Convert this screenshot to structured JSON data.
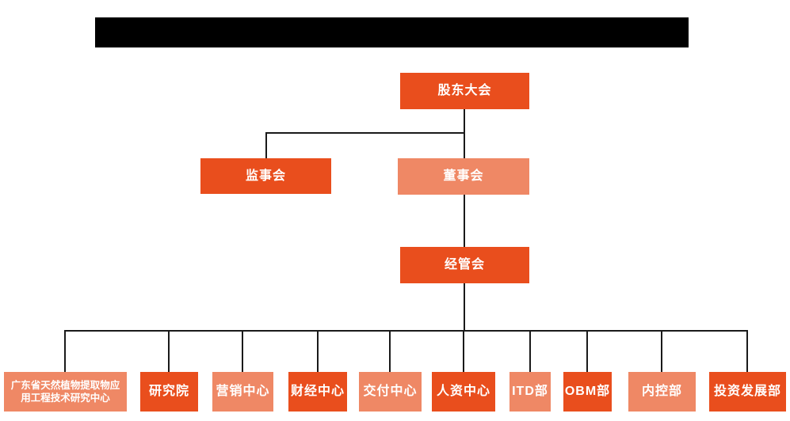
{
  "colors": {
    "primary": "#E94E1D",
    "secondary": "#EF8865",
    "line": "#1a1a1a",
    "page_bg": "#ffffff",
    "redacted": "#000000"
  },
  "header": {
    "redacted": true,
    "label": ""
  },
  "org_chart": {
    "root": {
      "label": "股东大会",
      "variant": "primary"
    },
    "level2": [
      {
        "label": "监事会",
        "variant": "primary"
      },
      {
        "label": "董事会",
        "variant": "secondary"
      }
    ],
    "level3": {
      "label": "经管会",
      "variant": "primary"
    },
    "departments": [
      {
        "label": "广东省天然植物提取物应用工程技术研究中心",
        "variant": "secondary"
      },
      {
        "label": "研究院",
        "variant": "primary"
      },
      {
        "label": "营销中心",
        "variant": "secondary"
      },
      {
        "label": "财经中心",
        "variant": "primary"
      },
      {
        "label": "交付中心",
        "variant": "secondary"
      },
      {
        "label": "人资中心",
        "variant": "primary"
      },
      {
        "label": "ITD部",
        "variant": "secondary"
      },
      {
        "label": "OBM部",
        "variant": "primary"
      },
      {
        "label": "内控部",
        "variant": "secondary"
      },
      {
        "label": "投资发展部",
        "variant": "primary"
      }
    ]
  }
}
